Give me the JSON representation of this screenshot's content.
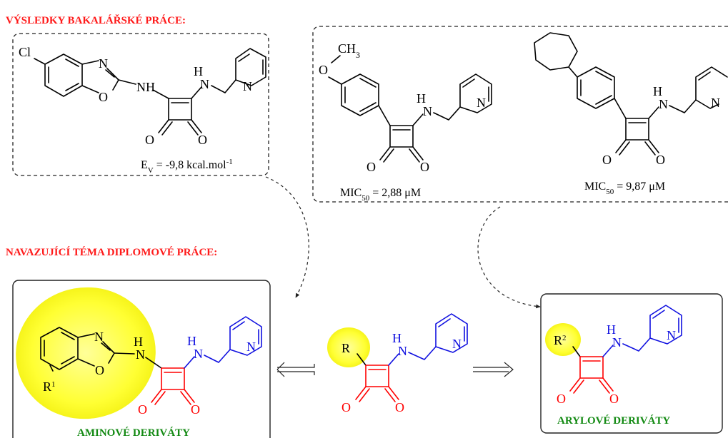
{
  "headings": {
    "top": "VÝSLEDKY BAKALÁŘSKÉ PRÁCE:",
    "middle": "NAVAZUJÍCÍ  TÉMA DIPLOMOVÉ PRÁCE:"
  },
  "box1": {
    "energy_prefix": "E",
    "energy_sub": "V",
    "energy_value": " = -9,8 kcal.mol",
    "energy_sup": "-1"
  },
  "box2": {
    "left_mic_prefix": "MIC",
    "left_mic_sub": "50",
    "left_mic_value": " = 2,88 μM",
    "right_mic_prefix": "MIC",
    "right_mic_sub": "50",
    "right_mic_value": " = 9,87 μM"
  },
  "derivatives": {
    "amino_label": "AMINOVÉ DERIVÁTY",
    "aryl_label": "ARYLOVÉ DERIVÁTY"
  },
  "atoms": {
    "cl": "Cl",
    "n": "N",
    "o": "O",
    "h": "H",
    "nh": "NH",
    "ch3_c": "CH",
    "ch3_sub": "3",
    "r": "R",
    "r1": "R",
    "r1_sup": "1",
    "r2": "R",
    "r2_sup": "2"
  },
  "colors": {
    "heading": "#ff1a1a",
    "label_green": "#138a13",
    "pyridine_blue": "#1010e0",
    "core_red": "#ff0000",
    "highlight_yellow": "#ffff33"
  }
}
